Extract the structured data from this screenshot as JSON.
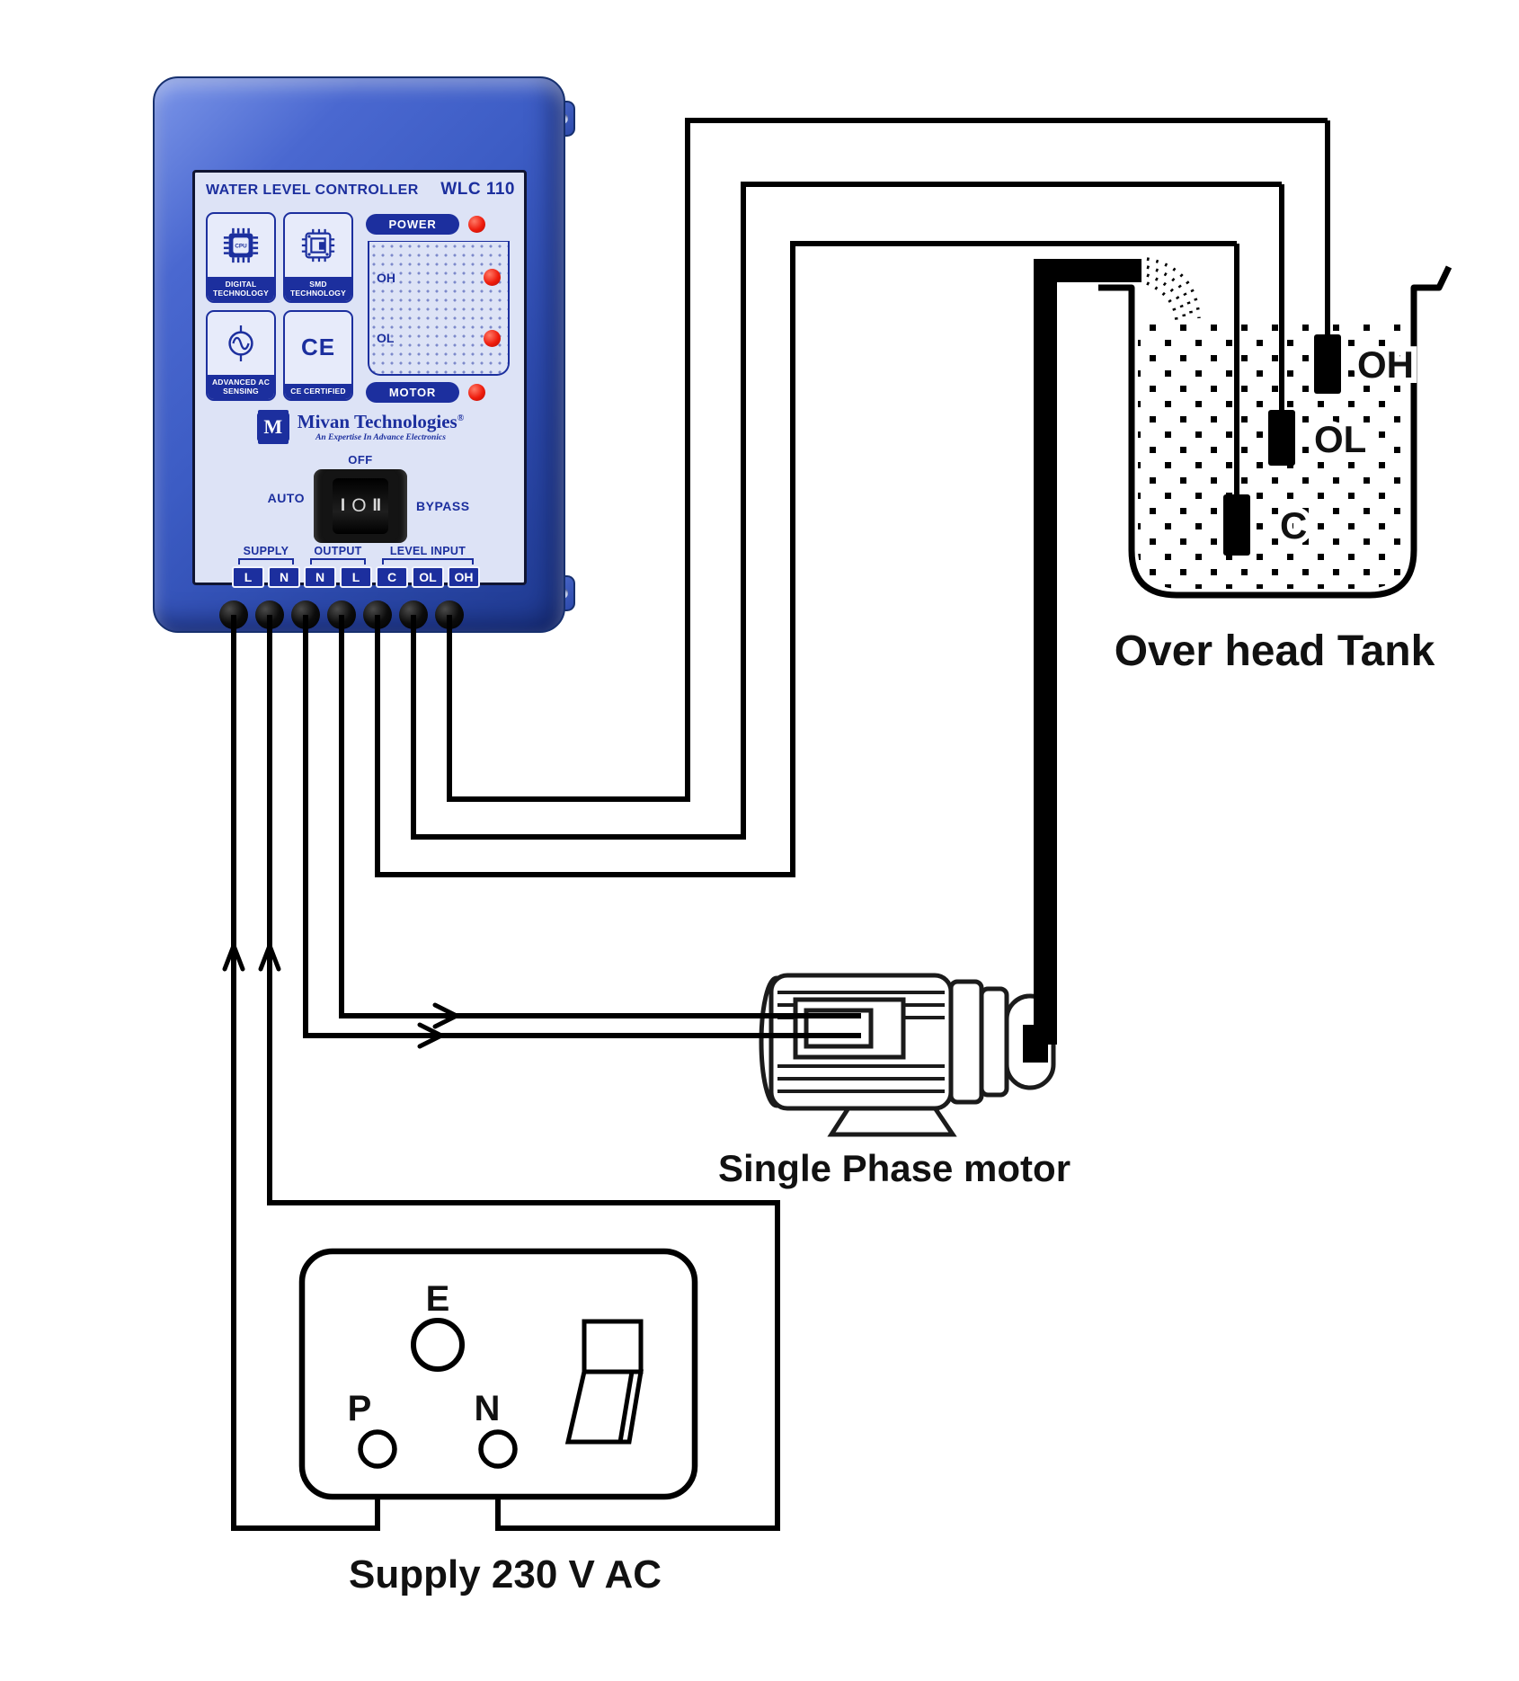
{
  "controller": {
    "title": "WATER LEVEL CONTROLLER",
    "model": "WLC 110",
    "features": [
      {
        "icon": "cpu-chip-icon",
        "chip_text": "CPU",
        "label": "DIGITAL TECHNOLOGY"
      },
      {
        "icon": "smd-chip-icon",
        "label": "SMD TECHNOLOGY"
      },
      {
        "icon": "sine-wave-icon",
        "label": "ADVANCED AC SENSING"
      },
      {
        "icon": "ce-mark-icon",
        "mark_text": "CE",
        "label": "CE CERTIFIED"
      }
    ],
    "indicators": {
      "power": "POWER",
      "oh": "OH",
      "ol": "OL",
      "motor": "MOTOR"
    },
    "brand": {
      "logo_letter": "M",
      "name": "Mivan Technologies",
      "registered": "®",
      "tagline": "An Expertise In Advance Electronics"
    },
    "switch": {
      "off": "OFF",
      "auto": "AUTO",
      "bypass": "BYPASS",
      "positions": [
        "I",
        "O",
        "II"
      ]
    },
    "terminals": {
      "groups": [
        {
          "label": "SUPPLY",
          "pins": [
            "L",
            "N"
          ]
        },
        {
          "label": "OUTPUT",
          "pins": [
            "N",
            "L"
          ]
        },
        {
          "label": "LEVEL INPUT",
          "pins": [
            "C",
            "OL",
            "OH"
          ]
        }
      ]
    }
  },
  "tank": {
    "label": "Over head Tank",
    "sensors": [
      {
        "id": "OH"
      },
      {
        "id": "OL"
      },
      {
        "id": "C"
      }
    ]
  },
  "motor": {
    "label": "Single Phase motor"
  },
  "supply": {
    "label": "Supply 230 V AC",
    "pins": {
      "earth": "E",
      "phase": "P",
      "neutral": "N"
    }
  },
  "colors": {
    "body_blue": "#3c5cc4",
    "panel_bg": "#dde3f6",
    "navy": "#1c2f9e",
    "led_red": "#ee1c0d",
    "wire_black": "#000000"
  }
}
